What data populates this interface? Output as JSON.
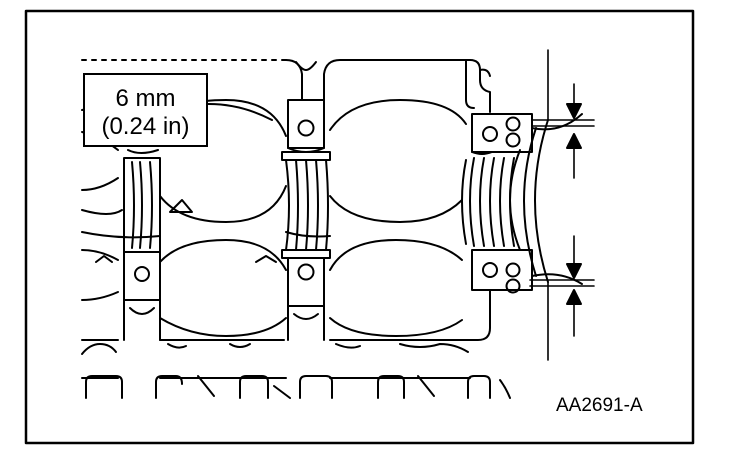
{
  "dimension": {
    "mm": "6 mm",
    "in": "(0.24 in)"
  },
  "figure_id": "AA2691-A",
  "colors": {
    "ink": "#000000",
    "paper": "#ffffff"
  },
  "icons": [
    "arrow-down-icon",
    "arrow-up-icon"
  ]
}
